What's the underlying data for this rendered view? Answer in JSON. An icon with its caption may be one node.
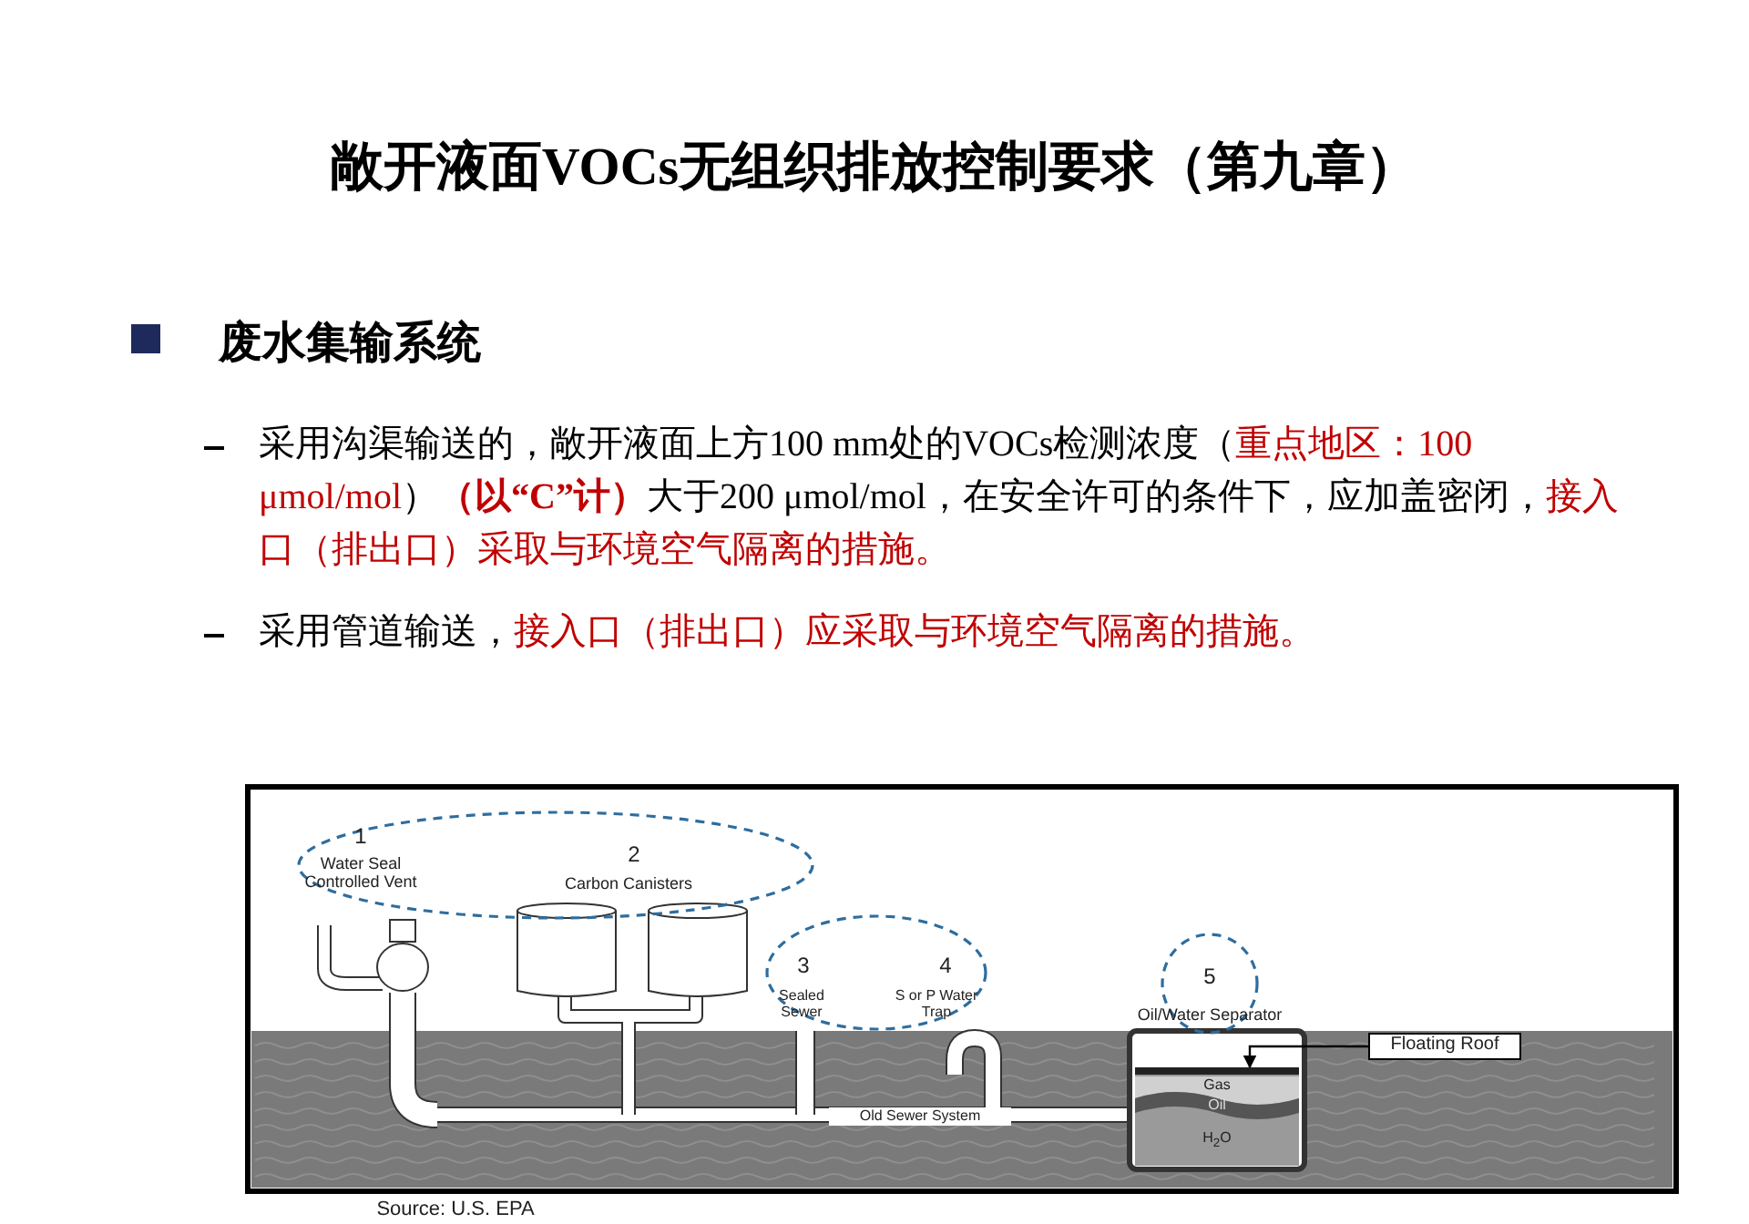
{
  "diagram": {
    "title": "敞开液面VOCs无组织排放控制要求（第九章）",
    "nodes": [
      {
        "text": [
          "1",
          "Water Seal Controlled Vent",
          "2",
          "Carbon Canisters"
        ]
      },
      {
        "text": [
          "3",
          "Sealed Sewer",
          "4",
          "S or P Water Trap"
        ]
      },
      {
        "text": [
          "5",
          "Oil/Water Separator"
        ]
      },
      {
        "text": [
          "Floating Roof"
        ]
      },
      {
        "text": [],
        "shape": "bar"
      }
    ],
    "edges": [
      {
        "from": 3,
        "to": 4,
        "arrow": "to"
      }
    ],
    "labels": [
      "废水集输系统",
      "采用沟渠输送的，敞开液面上方100 mm处的VOCs检测浓度（*重点地区：100 μmol/mol*）**（以“C”计）**大于200 μmol/mol，在安全许可的条件下，应加盖密闭，*接入口（排出口）采取与环境空气隔离的措施。*",
      "采用管道输送，*接入口（排出口）应采取与环境空气隔离的措施。*",
      "Old Sewer System",
      "Gas",
      "Oil",
      "H$_{2}$O",
      "Source: U.S. EPA"
    ]
  }
}
